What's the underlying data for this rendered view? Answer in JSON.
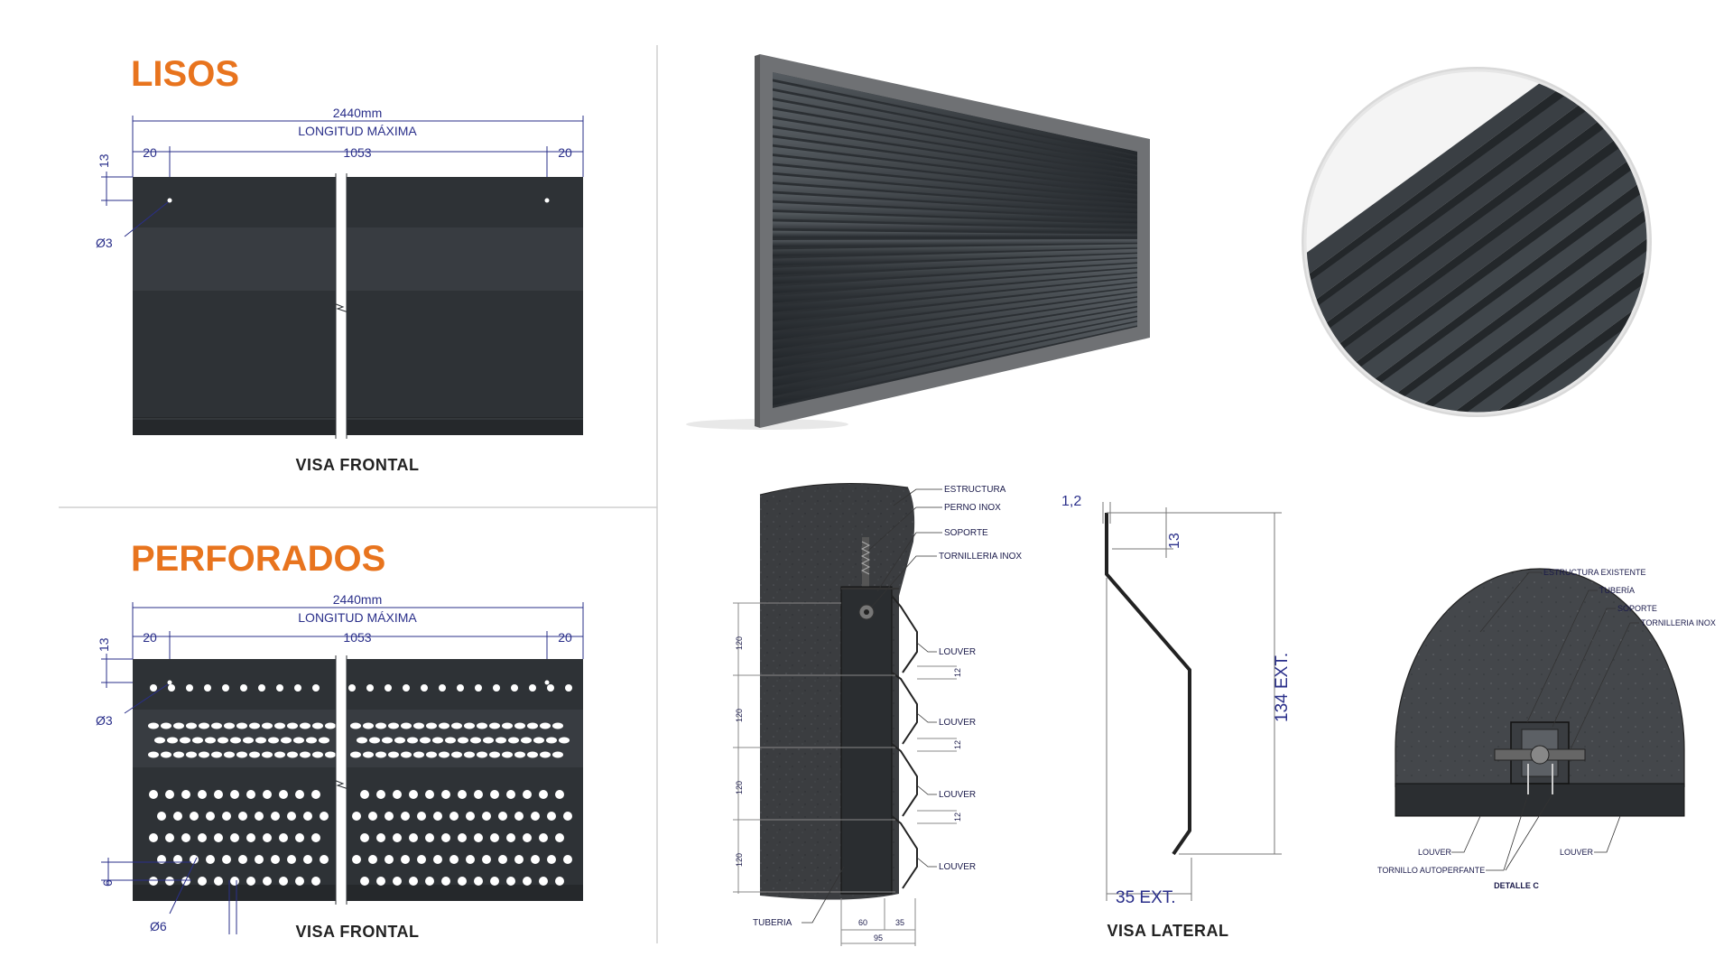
{
  "colors": {
    "heading": "#e8741e",
    "panel": "#2e3236",
    "dimension": "#2a2f8a",
    "frame": "#6f7174"
  },
  "lisos": {
    "title": "LISOS",
    "total_length": "2440mm",
    "max_length_label": "LONGITUD MÁXIMA",
    "edge_left": "20",
    "span": "1053",
    "edge_right": "20",
    "hole_offset": "13",
    "hole_diameter": "Ø3",
    "caption": "VISA FRONTAL"
  },
  "perforados": {
    "title": "PERFORADOS",
    "total_length": "2440mm",
    "max_length_label": "LONGITUD MÁXIMA",
    "edge_left": "20",
    "span": "1053",
    "edge_right": "20",
    "hole_offset": "13",
    "hole_diameter": "Ø3",
    "perf_pitch": "6",
    "perf_diameter": "Ø6",
    "caption": "VISA FRONTAL"
  },
  "section": {
    "labels": {
      "estructura": "ESTRUCTURA",
      "perno": "PERNO INOX",
      "soporte": "SOPORTE",
      "tornilleria": "TORNILLERIA INOX",
      "louver1": "LOUVER",
      "louver2": "LOUVER",
      "louver3": "LOUVER",
      "louver4": "LOUVER",
      "tuberia": "TUBERIA"
    },
    "spacing": [
      "120",
      "120",
      "120",
      "120"
    ],
    "gap": [
      "12",
      "12",
      "12"
    ],
    "base_a": "60",
    "base_b": "35",
    "base_total": "95"
  },
  "profile": {
    "thickness": "1,2",
    "top": "13",
    "height": "134 EXT.",
    "depth": "35 EXT.",
    "caption": "VISA LATERAL"
  },
  "detail": {
    "estructura": "ESTRUCTURA EXISTENTE",
    "tuberia": "TUBERÍA",
    "soporte": "SOPORTE",
    "tornilleria": "TORNILLERIA INOX",
    "louver_left": "LOUVER",
    "louver_right": "LOUVER",
    "tornillo": "TORNILLO AUTOPERFANTE",
    "caption": "DETALLE C"
  }
}
